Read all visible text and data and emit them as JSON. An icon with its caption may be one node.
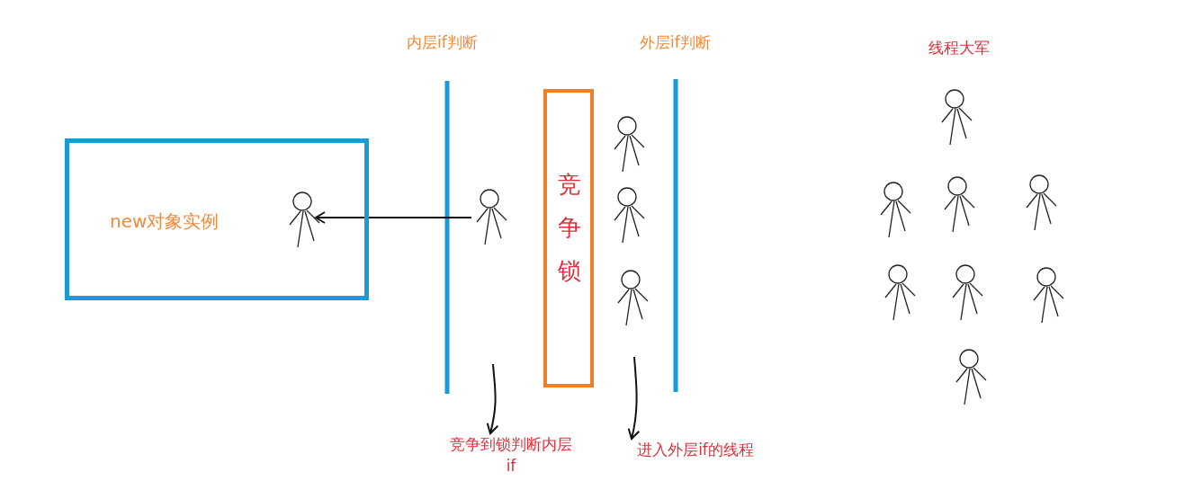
{
  "diagram": {
    "nodes": [
      {
        "text": [
          "new对象实例"
        ]
      },
      {
        "text": [],
        "shape": "person",
        "in": 0
      },
      {
        "text": [],
        "shape": "person"
      },
      {
        "text": [
          "竞争锁"
        ]
      },
      {
        "text": [],
        "shape": "person"
      },
      {
        "text": [],
        "shape": "person"
      },
      {
        "text": [],
        "shape": "person"
      },
      {
        "text": [],
        "shape": "person"
      },
      {
        "text": [],
        "shape": "person"
      },
      {
        "text": [],
        "shape": "person"
      },
      {
        "text": [],
        "shape": "person"
      },
      {
        "text": [],
        "shape": "person"
      },
      {
        "text": [],
        "shape": "person"
      },
      {
        "text": [],
        "shape": "person"
      },
      {
        "text": [],
        "shape": "person"
      },
      {
        "text": [
          "竞争到锁判断内层 if"
        ]
      },
      {
        "text": [
          "进入外层if的线程"
        ]
      }
    ],
    "edges": [
      {
        "from": 2,
        "to": 1,
        "arrow": "to"
      },
      {
        "from": null,
        "to": 15,
        "arrow": "to"
      },
      {
        "from": null,
        "to": 16,
        "arrow": "to"
      }
    ],
    "labels": [
      "内层if判断",
      "外层if判断",
      "线程大军"
    ]
  }
}
